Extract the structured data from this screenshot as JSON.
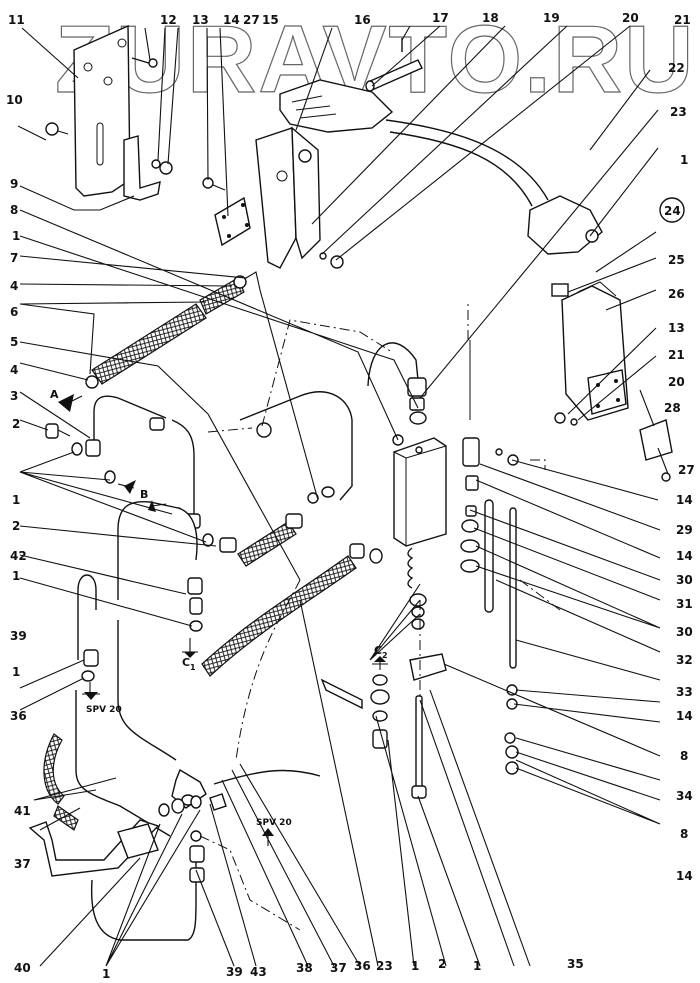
{
  "watermark": "ZURAVTO.RU",
  "markers": {
    "A": "A",
    "B": "B",
    "C1": "C",
    "C1_sub": "1",
    "C2": "C",
    "C2_sub": "2",
    "spv_left": "SPV 20",
    "spv_right": "SPV 20"
  },
  "callouts": {
    "top": [
      "11",
      "12",
      "13",
      "14",
      "27",
      "15",
      "16",
      "17",
      "18",
      "19",
      "20",
      "21"
    ],
    "left": [
      "10",
      "9",
      "8",
      "1",
      "7",
      "4",
      "6",
      "5",
      "4",
      "3",
      "2",
      "1",
      "2",
      "42",
      "1",
      "39",
      "1",
      "36",
      "41",
      "37",
      "40"
    ],
    "right": [
      "22",
      "23",
      "1",
      "24",
      "25",
      "26",
      "13",
      "21",
      "20",
      "28",
      "27",
      "14",
      "29",
      "14",
      "30",
      "31",
      "30",
      "32",
      "33",
      "14",
      "8",
      "34",
      "8",
      "14"
    ],
    "bottom": [
      "1",
      "39",
      "43",
      "38",
      "37",
      "36",
      "23",
      "1",
      "2",
      "1",
      "35"
    ]
  },
  "circled_callout": "24"
}
